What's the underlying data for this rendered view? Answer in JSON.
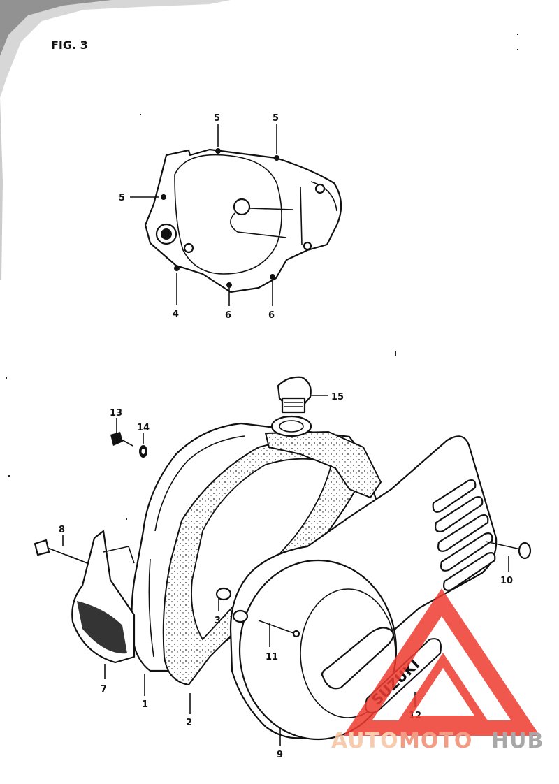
{
  "figure": {
    "title": "FIG. 3"
  },
  "callouts": {
    "p1": "1",
    "p2": "2",
    "p3": "3",
    "p4": "4",
    "p5a": "5",
    "p5b": "5",
    "p5c": "5",
    "p6a": "6",
    "p6b": "6",
    "p7": "7",
    "p8": "8",
    "p9": "9",
    "p10": "10",
    "p11": "11",
    "p12": "12",
    "p13": "13",
    "p14": "14",
    "p15": "15"
  },
  "cover_logo": "SUZUKI",
  "watermark": {
    "part1": "AUTO",
    "part2": "MOTO",
    "part3": "HUB",
    "colors": {
      "auto": "#f5c3a0",
      "moto": "#f28b70",
      "hub": "#9a9a9a",
      "triangle": "#ee3b30"
    }
  }
}
